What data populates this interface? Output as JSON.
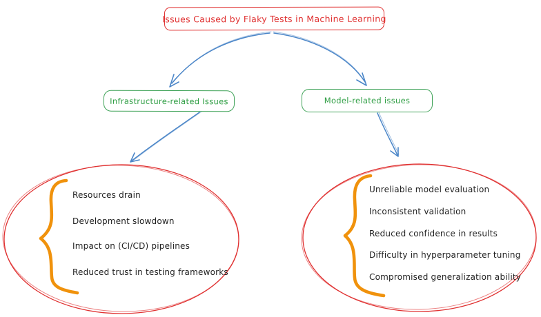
{
  "diagram": {
    "title": "Issues Caused by Flaky Tests in Machine Learning",
    "branches": [
      {
        "label": "Infrastructure-related Issues",
        "items": [
          "Resources drain",
          "Development slowdown",
          "Impact on (CI/CD) pipelines",
          "Reduced trust in testing frameworks"
        ]
      },
      {
        "label": "Model-related issues",
        "items": [
          "Unreliable model evaluation",
          "Inconsistent validation",
          "Reduced confidence in results",
          "Difficulty in hyperparameter tuning",
          "Compromised generalization ability"
        ]
      }
    ],
    "colors": {
      "title_red": "#e03131",
      "branch_green": "#2f9e44",
      "arrow_blue": "#4b86c8",
      "brace_orange": "#f0920c",
      "item_text": "#1f1f1f",
      "background": "#ffffff"
    }
  }
}
